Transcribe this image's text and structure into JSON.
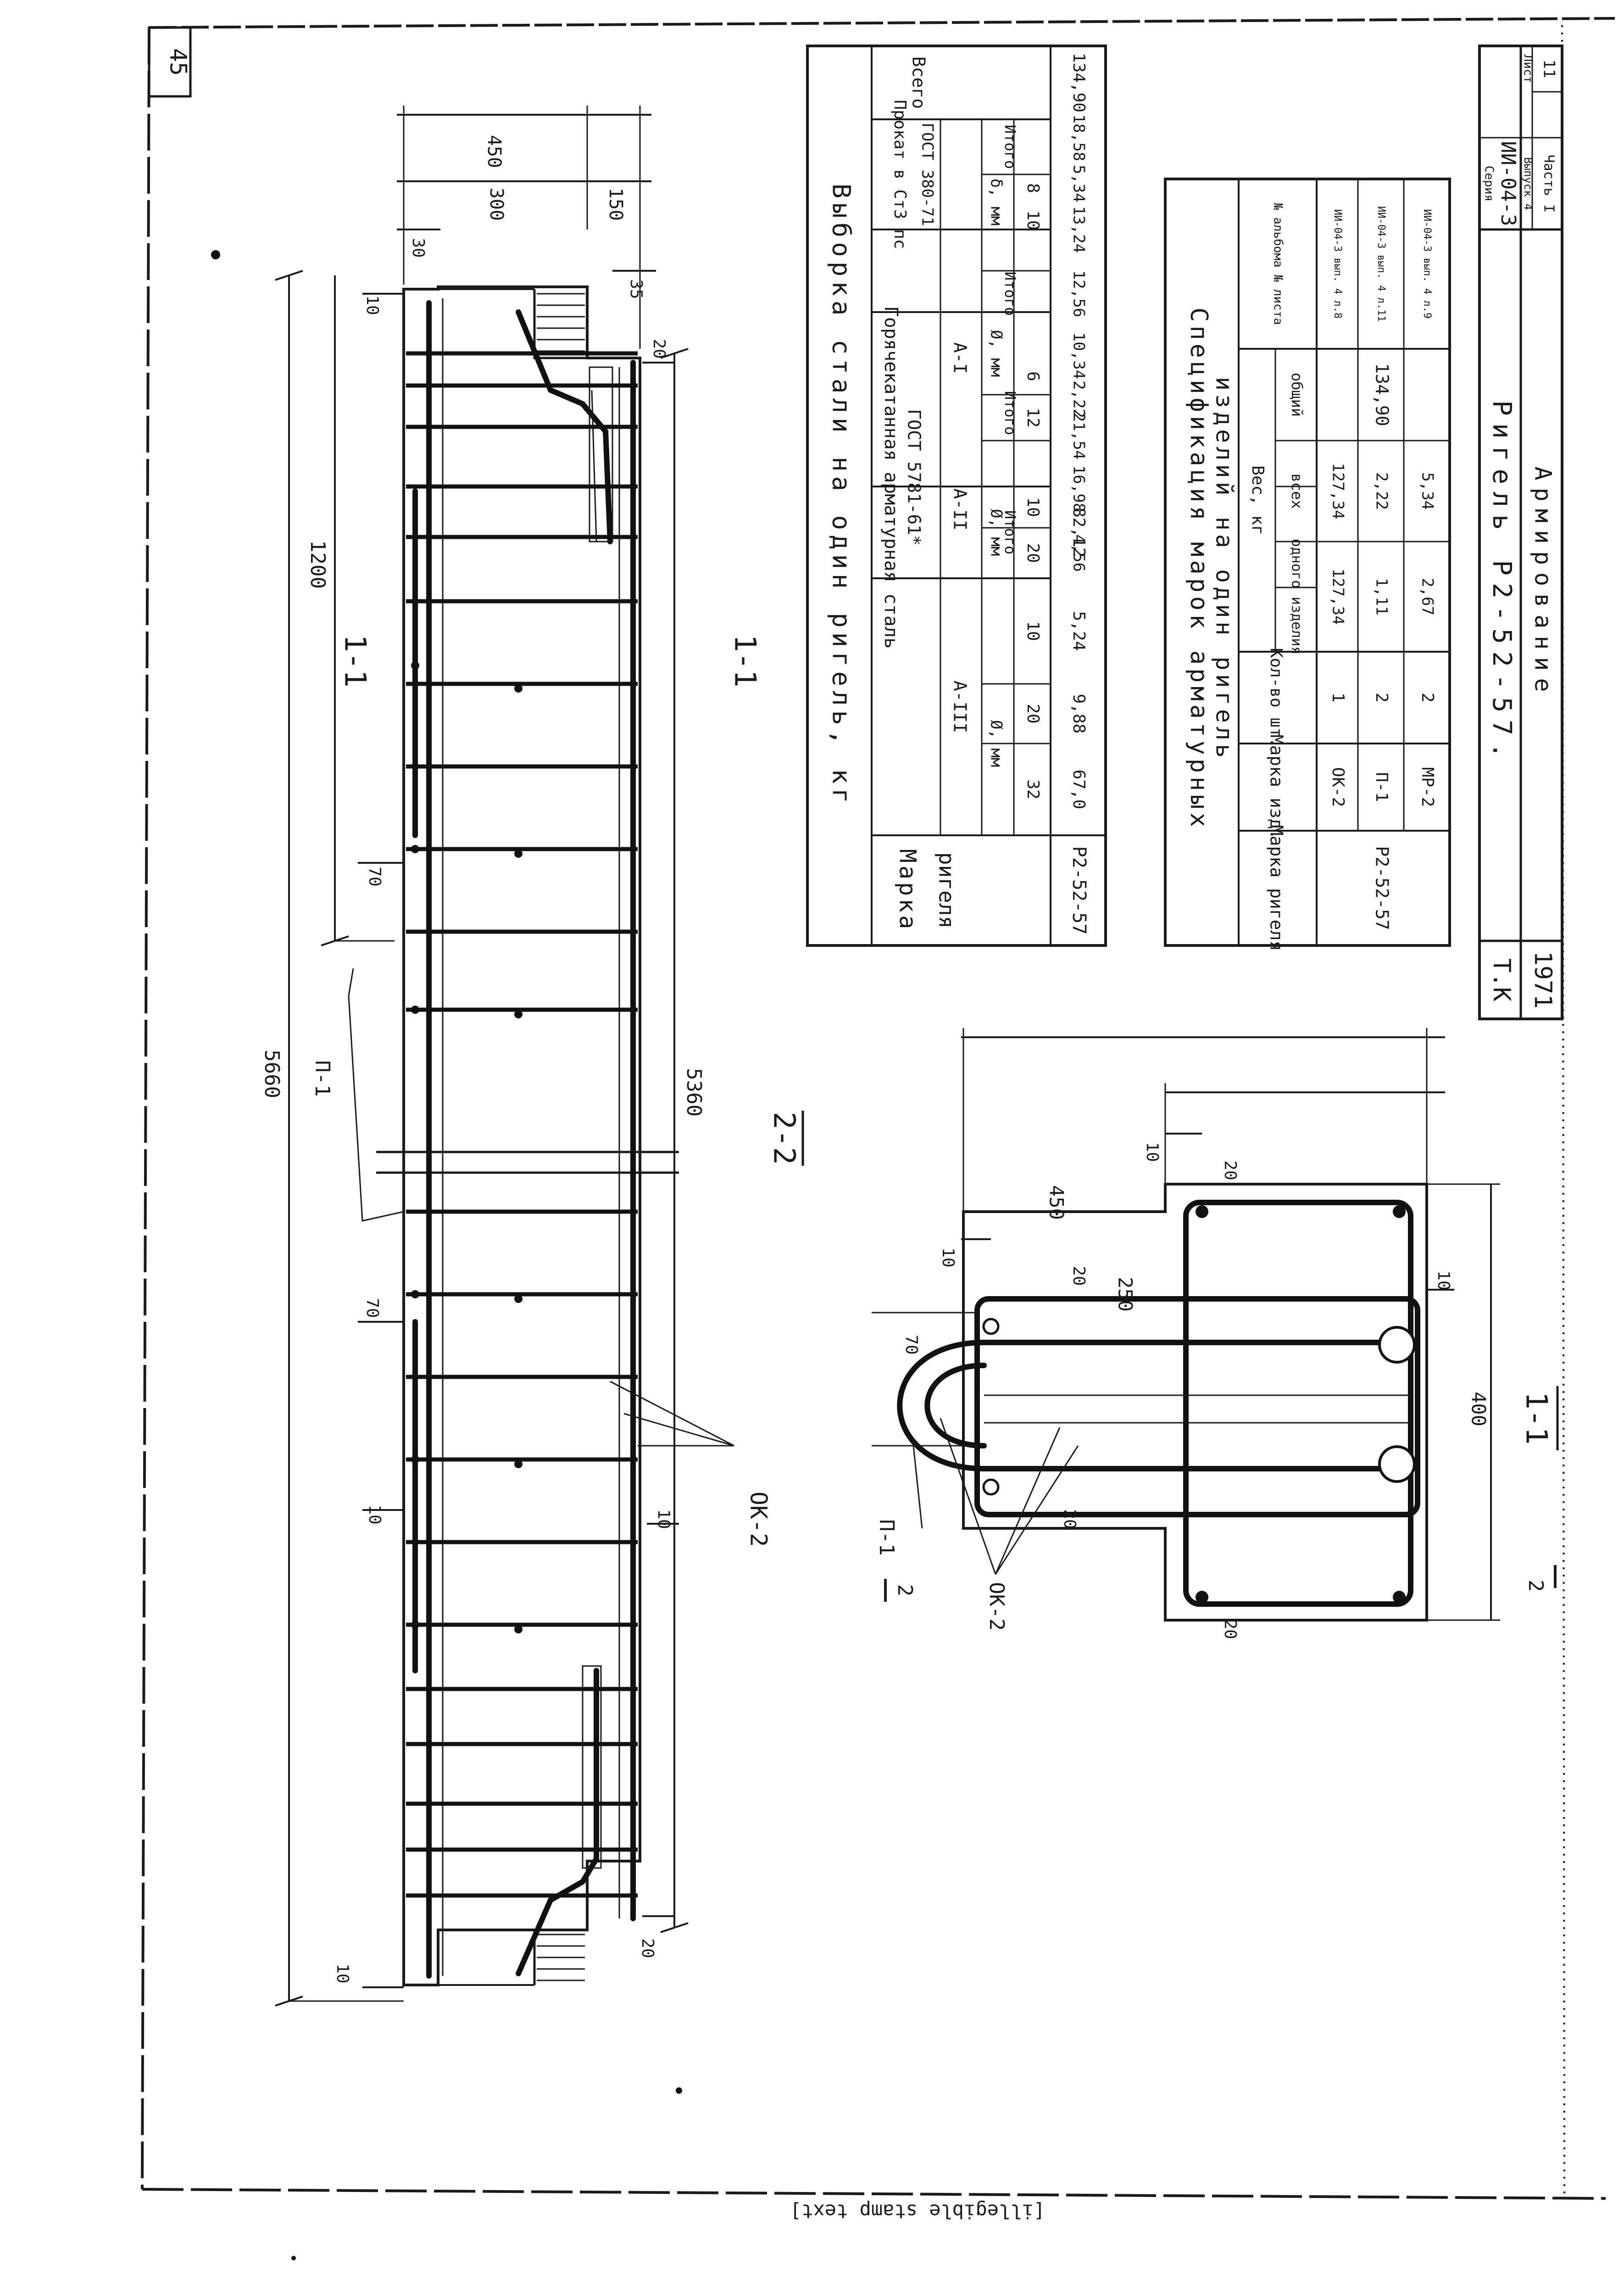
{
  "sheet": {
    "number": "45",
    "bottom_strip": "[illegible stamp text]"
  },
  "drawing": {
    "view_1_1_label": "1-1",
    "view_1_1_label_b": "1-1",
    "view_2_2_label": "2-2",
    "dims": {
      "d5660": "5660",
      "d5360": "5360",
      "d1200": "1200",
      "d450": "450",
      "d300": "300",
      "d150": "150",
      "d30": "30",
      "d10a": "10",
      "d35": "35",
      "d20a": "20",
      "d70a": "70",
      "d70b": "70",
      "d10b": "10",
      "d10c": "10",
      "d20b": "20",
      "d10d": "10"
    },
    "callouts": {
      "p1_top": "П-1",
      "ok2_main": "ОК-2"
    }
  },
  "section": {
    "label": "1-1",
    "cut_mark_left": "2",
    "cut_mark_right": "2",
    "callout_p1": "П-1",
    "callout_ok2": "ОК-2",
    "dims": {
      "d450": "450",
      "d250": "250",
      "d400": "400",
      "d10a": "10",
      "d10b": "10",
      "d10c": "10",
      "d20a": "20",
      "d20b": "20",
      "d20c": "20",
      "d20d": "20",
      "d70": "70"
    }
  },
  "table1": {
    "title": "Выборка стали на один ригель, кг",
    "h_marka": "Марка",
    "h_rigelya": "ригеля",
    "h_hot_rolled": "Горячекатанная арматурная сталь",
    "h_gost": "ГОСТ 5781-61*",
    "h_prokat": "Прокат в Ст3 пс",
    "h_prokat_gost": "ГОСТ 380-71",
    "h_vsego": "Всего",
    "h_a3": "А-III",
    "h_a2": "А-II",
    "h_a1": "А-I",
    "h_dia": "Ø, мм",
    "h_delta": "δ, мм",
    "h_itogo": "Итого",
    "sizes": [
      "32",
      "20",
      "10",
      "20",
      "10",
      "12",
      "6",
      "10",
      "8"
    ],
    "row": {
      "marka": "Р2-52-57",
      "v32": "67,0",
      "v20": "9,88",
      "v10": "5,24",
      "it_a3": "82,12",
      "v20b": "4,56",
      "v10b": "16,98",
      "it_a2": "21,54",
      "v12": "2,22",
      "v6": "10,34",
      "it_a1": "12,56",
      "d10": "13,24",
      "d8": "5,34",
      "it_pr": "18,58",
      "total": "134,90"
    }
  },
  "table2": {
    "title": "Спецификация марок арматурных",
    "title2": "изделий на один ригель",
    "h_marka_rig": "Марка ригеля",
    "h_marka_izd": "Марка изд.",
    "h_kol": "Кол-во шт.",
    "h_ves": "Вес, кг",
    "h_odnogo": "одного изделия",
    "h_vseh": "всех",
    "h_obshiy": "общий",
    "h_album": "№ альбома № листа",
    "marka": "Р2-52-57",
    "total": "134,90",
    "rows": [
      {
        "izd": "ОК-2",
        "kol": "1",
        "odnogo": "127,34",
        "vseh": "127,34",
        "album": "ИИ-04-3 вып. 4 л.8"
      },
      {
        "izd": "П-1",
        "kol": "2",
        "odnogo": "1,11",
        "vseh": "2,22",
        "album": "ИИ-04-3 вып. 4 л.11"
      },
      {
        "izd": "МР-2",
        "kol": "2",
        "odnogo": "2,67",
        "vseh": "5,34",
        "album": "ИИ-04-3 вып. 4 л.9"
      }
    ]
  },
  "titleblock": {
    "tk": "Т.К",
    "year": "1971",
    "name": "Ригель Р2-52-57.",
    "subtitle": "Армирование",
    "seria_label": "Серия",
    "seria": "ИИ-04-3",
    "vypusk": "Выпуск 4",
    "chast": "Часть I",
    "list_label": "Лист",
    "list": "11"
  }
}
